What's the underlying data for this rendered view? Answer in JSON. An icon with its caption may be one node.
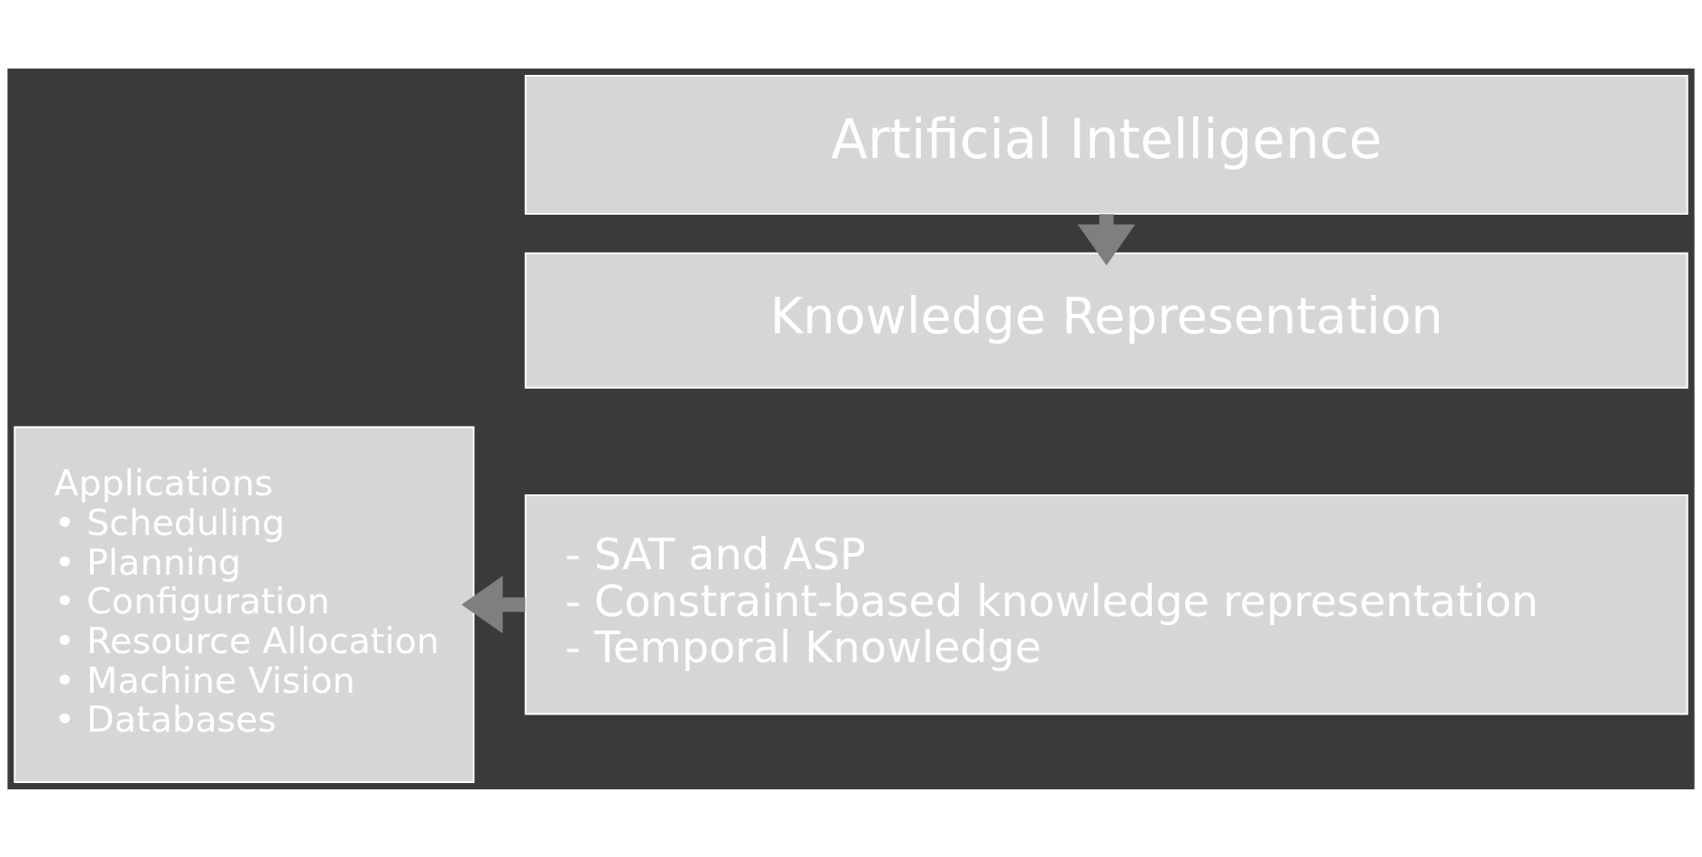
{
  "diagram": {
    "nodes": [
      {
        "text": [
          "Artificial Intelligence"
        ]
      },
      {
        "text": [
          "Knowledge Representation"
        ]
      },
      {
        "text": [
          "- SAT and ASP",
          "- Constraint-based knowledge representation",
          "- Temporal Knowledge"
        ]
      },
      {
        "text": [
          "Applications",
          "• Scheduling",
          "• Planning",
          "• Configuration",
          "• Resource Allocation",
          "• Machine Vision",
          "• Databases"
        ]
      }
    ],
    "edges": [
      {
        "from": 0,
        "to": 1,
        "arrow": "to"
      },
      {
        "from": 2,
        "to": 3,
        "arrow": "to"
      }
    ]
  }
}
